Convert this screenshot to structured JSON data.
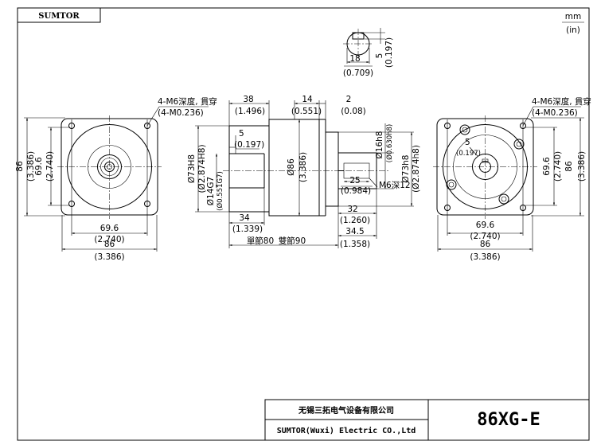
{
  "brand_tag": "SUMTOR",
  "units": {
    "mm": "mm",
    "inch": "(in)"
  },
  "key_detail": {
    "width_mm": "18",
    "width_in": "(0.709)",
    "depth_mm": "5",
    "depth_in": "(0.197)"
  },
  "front_left": {
    "hole_note_mm": "4-M6深度, 貫穿",
    "hole_note_in": "(4-M0.236)",
    "height_mm": "86",
    "height_in": "(3.386)",
    "pcd_mm": "69.6",
    "pcd_in": "(2.740)",
    "pcd_h_mm": "69.6",
    "pcd_h_in": "(2.740)",
    "width_mm": "86",
    "width_in": "(3.386)"
  },
  "side_view": {
    "d38": "38",
    "d38_in": "(1.496)",
    "d14": "14",
    "d14_in": "(0.551)",
    "d2": "2",
    "d2_in": "(0.08)",
    "d5": "5",
    "d5_in": "(0.197)",
    "dia73_left": "Ø73H8",
    "dia73_left_in": "(Ø2.874H8)",
    "dia14": "Ø14G7",
    "dia14_in": "(Ø0.551G7)",
    "dia86": "Ø86",
    "dia86_in": "(3.386)",
    "dia16": "Ø16h8",
    "dia16_in": "(Ø0.630h8)",
    "dia73_right": "Ø73h8",
    "dia73_right_in": "(Ø2.874h8)",
    "d25": "25",
    "d25_in": "(0.984)",
    "thread": "M6深12",
    "d34": "34",
    "d34_in": "(1.339)",
    "d32": "32",
    "d32_in": "(1.260)",
    "d345": "34.5",
    "d345_in": "(1.358)",
    "len1": "單節80",
    "len2": "雙節90"
  },
  "front_right": {
    "hole_note_mm": "4-M6深度, 貫穿",
    "hole_note_in": "(4-M0.236)",
    "d5": "5",
    "d5_in": "(0.197)",
    "pcd_mm": "69.6",
    "pcd_in": "(2.740)",
    "height_mm": "86",
    "height_in": "(3.386)",
    "pcd_h_mm": "69.6",
    "pcd_h_in": "(2.740)",
    "width_mm": "86",
    "width_in": "(3.386)"
  },
  "title_block": {
    "company_cn": "无锡三拓电气设备有限公司",
    "company_en": "SUMTOR(Wuxi) Electric CO.,Ltd",
    "model": "86XG-E"
  }
}
